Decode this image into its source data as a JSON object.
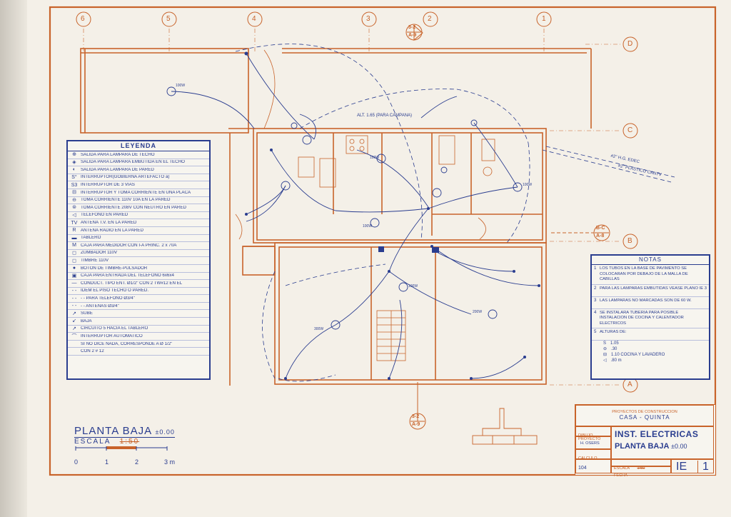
{
  "grid_axes": {
    "vertical": [
      "6",
      "5",
      "4",
      "3",
      "2",
      "1"
    ],
    "horizontal": [
      "D",
      "C",
      "B",
      "A"
    ]
  },
  "section_markers": {
    "top": {
      "num": "3-2",
      "sheet": "A-9"
    },
    "bottom": {
      "num": "3-2",
      "sheet": "A-9"
    },
    "right": {
      "num": "B-C",
      "sheet": "A-8"
    }
  },
  "plan_labels": {
    "campana": "ALT. 1.65 (PARA CAMPANA)",
    "hg_edec": "#2\" H.G. EDEC",
    "plastico": "#2\" PLASTICO CANTV",
    "watts": [
      "100W",
      "100W",
      "100W",
      "100W",
      "200W",
      "300W",
      "100W"
    ]
  },
  "legend": {
    "title": "LEYENDA",
    "items": [
      {
        "sym": "⊕",
        "text": "SALIDA PARA LAMPARA DE TECHO"
      },
      {
        "sym": "◈",
        "text": "SALIDA PARA LAMPARA EMBUTIDA EN EL TECHO"
      },
      {
        "sym": "◐",
        "text": "SALIDA PARA LAMPARA DE PARED"
      },
      {
        "sym": "S°",
        "text": "INTERRUPTOR(GOBIERNA ARTEFACTO a)"
      },
      {
        "sym": "S3",
        "text": "INTERRUPTOR DE 3 VIAS"
      },
      {
        "sym": "⊟",
        "text": "INTERRUPTOR Y TOMA CORRIENTE EN UNA PLACA"
      },
      {
        "sym": "⊖",
        "text": "TOMA CORRIENTE 110V 10A EN LA PARED"
      },
      {
        "sym": "⊜",
        "text": "TOMA CORRIENTE 208V CON NEUTRO EN PARED"
      },
      {
        "sym": "◁",
        "text": "TELEFONO EN PARED"
      },
      {
        "sym": "TV",
        "text": "ANTENA T.V. EN LA PARED"
      },
      {
        "sym": "R",
        "text": "ANTENA RADIO EN LA PARED"
      },
      {
        "sym": "▬",
        "text": "TABLERO"
      },
      {
        "sym": "M",
        "text": "CAJA PARA MEDIDOR CON I-A PRINC. 2 x 70A"
      },
      {
        "sym": "◻",
        "text": "ZUMBADOR 110V"
      },
      {
        "sym": "◻",
        "text": "TIMBRE 110V"
      },
      {
        "sym": "●",
        "text": "BOTON DE TIMBRE-PULSADOR"
      },
      {
        "sym": "▣",
        "text": "CAJA PARA ENTRADA DEL TELEFONO 6x6x4"
      },
      {
        "sym": "—",
        "text": "CONDUCT. TIPO ENT. Ø1/2\" CON 2 TW#12 EN EL"
      },
      {
        "sym": "- -",
        "text": "IDEM EL PISO                    TECHO O PARED."
      },
      {
        "sym": "- -",
        "text": "   - - PARA TELEFONO Ø3/4\""
      },
      {
        "sym": "- -",
        "text": "   - - ANTENAS Ø3/4\""
      },
      {
        "sym": "↗",
        "text": "SUBE"
      },
      {
        "sym": "↙",
        "text": "BAJA"
      },
      {
        "sym": "↗",
        "text": "CIRCUITO 5 HACIA EL TABLERO"
      },
      {
        "sym": "⌒",
        "text": "INTERRUPTOR AUTOMATICO"
      },
      {
        "sym": "",
        "text": "SI NO DICE NADA, CORRESPONDE A Ø 1/2\""
      },
      {
        "sym": "",
        "text": "CON 2 # 12"
      }
    ]
  },
  "notes": {
    "title": "NOTAS",
    "items": [
      {
        "n": "1",
        "text": "LOS TUBOS EN LA BASE DE PAVIMENTO SE COLOCARAN POR DEBAJO DE LA MALLA DE CABILLAS"
      },
      {
        "n": "2",
        "text": "PARA LAS LAMPARAS EMBUTIDAS VEASE PLANO IE 3"
      },
      {
        "n": "3",
        "text": "LAS LAMPARAS NO MARCADAS SON DE 60 W."
      },
      {
        "n": "4",
        "text": "SE INSTALARA TUBERIA PARA POSIBLE INSTALACION DE COCINA Y CALENTADOR ELECTRICOS"
      },
      {
        "n": "5",
        "text": "ALTURAS DE:"
      }
    ],
    "heights": [
      {
        "sym": "S",
        "value": "1.05"
      },
      {
        "sym": "⊖",
        "value": ".30"
      },
      {
        "sym": "⊟",
        "value": "1.10 COCINA Y LAVADERO"
      },
      {
        "sym": "◁",
        "value": ".80 m"
      }
    ]
  },
  "title_left": {
    "title": "PLANTA BAJA",
    "level": "±0.00",
    "scale_label": "ESCALA",
    "scale": "1:50",
    "ticks": [
      "0",
      "1",
      "2",
      "3 m"
    ]
  },
  "title_block": {
    "header": "PROYECTOS DE CONSTRUCCION",
    "project": "CASA - QUINTA",
    "dibujo_label": "DIBUJO",
    "proyecto_label": "PROYECTO",
    "proyecto_name": "H. OSERS",
    "calculo_label": "CALCULO",
    "number": "104",
    "drawing_title": "INST. ELECTRICAS",
    "drawing_sub": "PLANTA BAJA",
    "drawing_level": "±0.00",
    "escala_label": "ESCALA",
    "escala": "1:50",
    "fecha_label": "FECHA",
    "code": "IE",
    "sheet": "1"
  },
  "colors": {
    "border": "#c8632a",
    "ink": "#2a3d8f",
    "paper": "#f4f0e8"
  }
}
